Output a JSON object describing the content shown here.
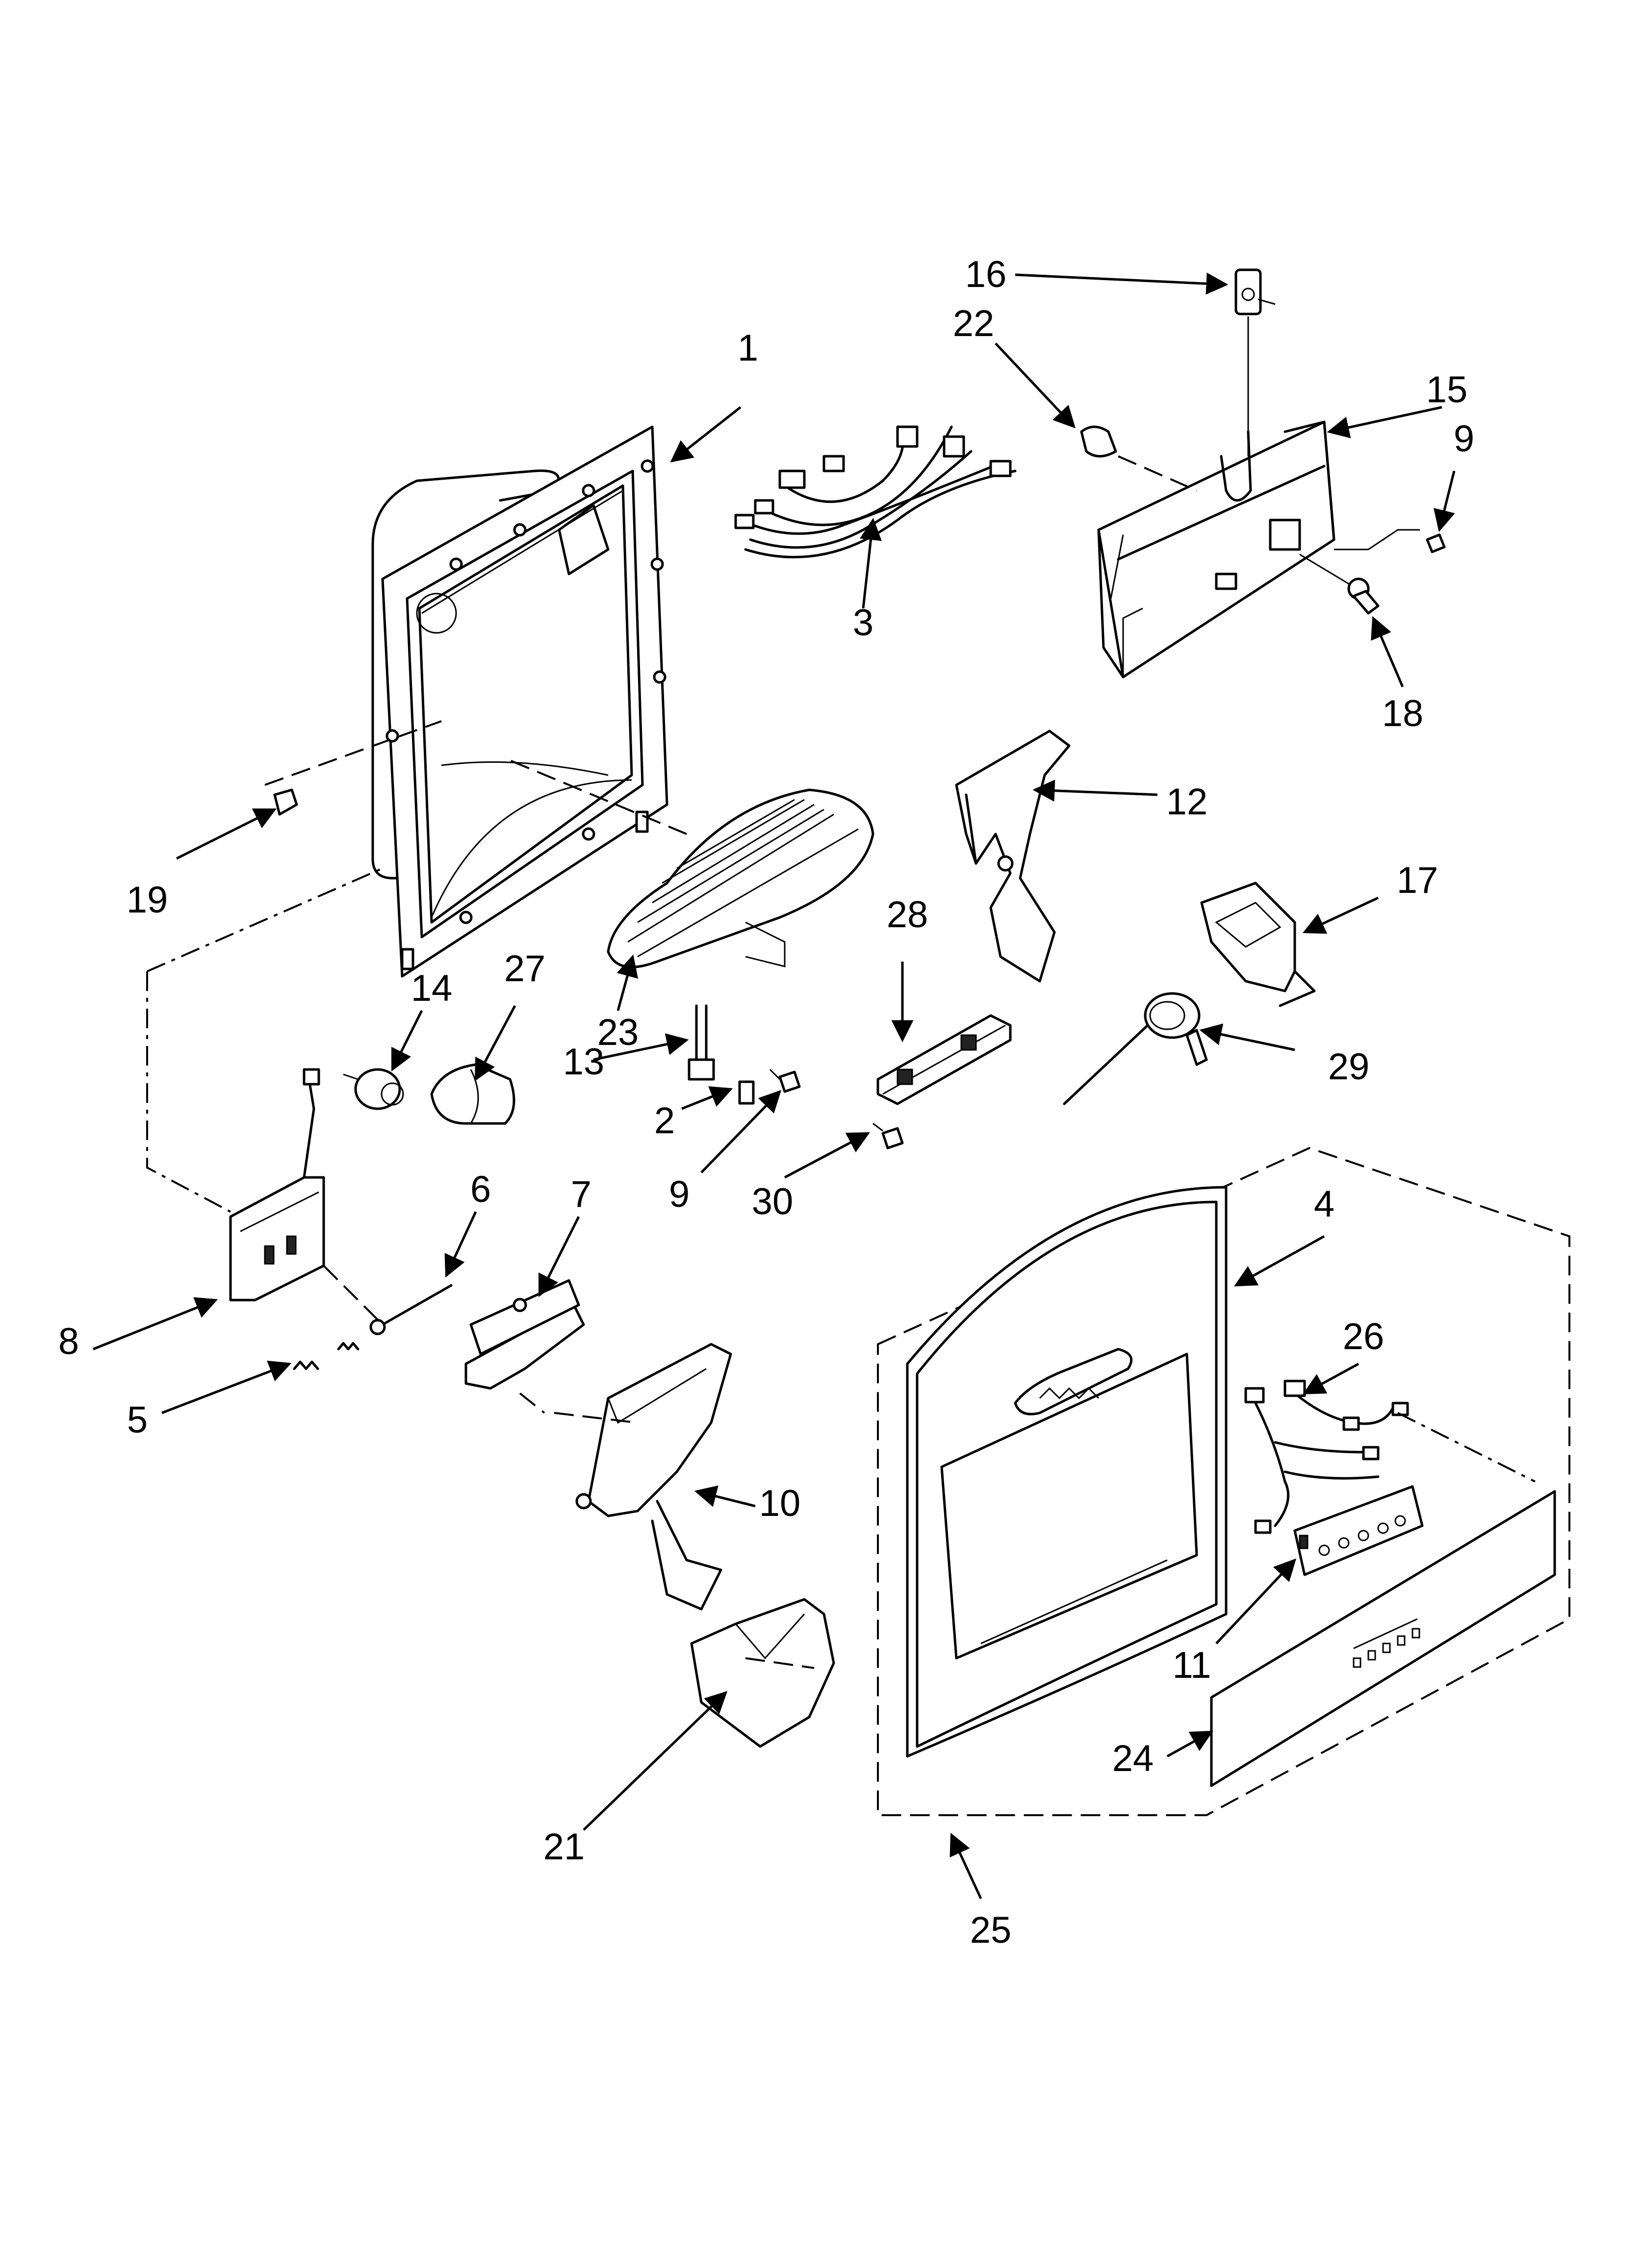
{
  "callouts": [
    {
      "id": "c1",
      "text": "1"
    },
    {
      "id": "c2",
      "text": "2"
    },
    {
      "id": "c3",
      "text": "3"
    },
    {
      "id": "c4",
      "text": "4"
    },
    {
      "id": "c5",
      "text": "5"
    },
    {
      "id": "c6",
      "text": "6"
    },
    {
      "id": "c7",
      "text": "7"
    },
    {
      "id": "c8",
      "text": "8"
    },
    {
      "id": "c9a",
      "text": "9"
    },
    {
      "id": "c9b",
      "text": "9"
    },
    {
      "id": "c10",
      "text": "10"
    },
    {
      "id": "c11",
      "text": "11"
    },
    {
      "id": "c12",
      "text": "12"
    },
    {
      "id": "c13",
      "text": "13"
    },
    {
      "id": "c14",
      "text": "14"
    },
    {
      "id": "c15",
      "text": "15"
    },
    {
      "id": "c16",
      "text": "16"
    },
    {
      "id": "c17",
      "text": "17"
    },
    {
      "id": "c18",
      "text": "18"
    },
    {
      "id": "c19",
      "text": "19"
    },
    {
      "id": "c21",
      "text": "21"
    },
    {
      "id": "c22",
      "text": "22"
    },
    {
      "id": "c23",
      "text": "23"
    },
    {
      "id": "c24",
      "text": "24"
    },
    {
      "id": "c25",
      "text": "25"
    },
    {
      "id": "c26",
      "text": "26"
    },
    {
      "id": "c27",
      "text": "27"
    },
    {
      "id": "c28",
      "text": "28"
    },
    {
      "id": "c29",
      "text": "29"
    },
    {
      "id": "c30",
      "text": "30"
    }
  ]
}
